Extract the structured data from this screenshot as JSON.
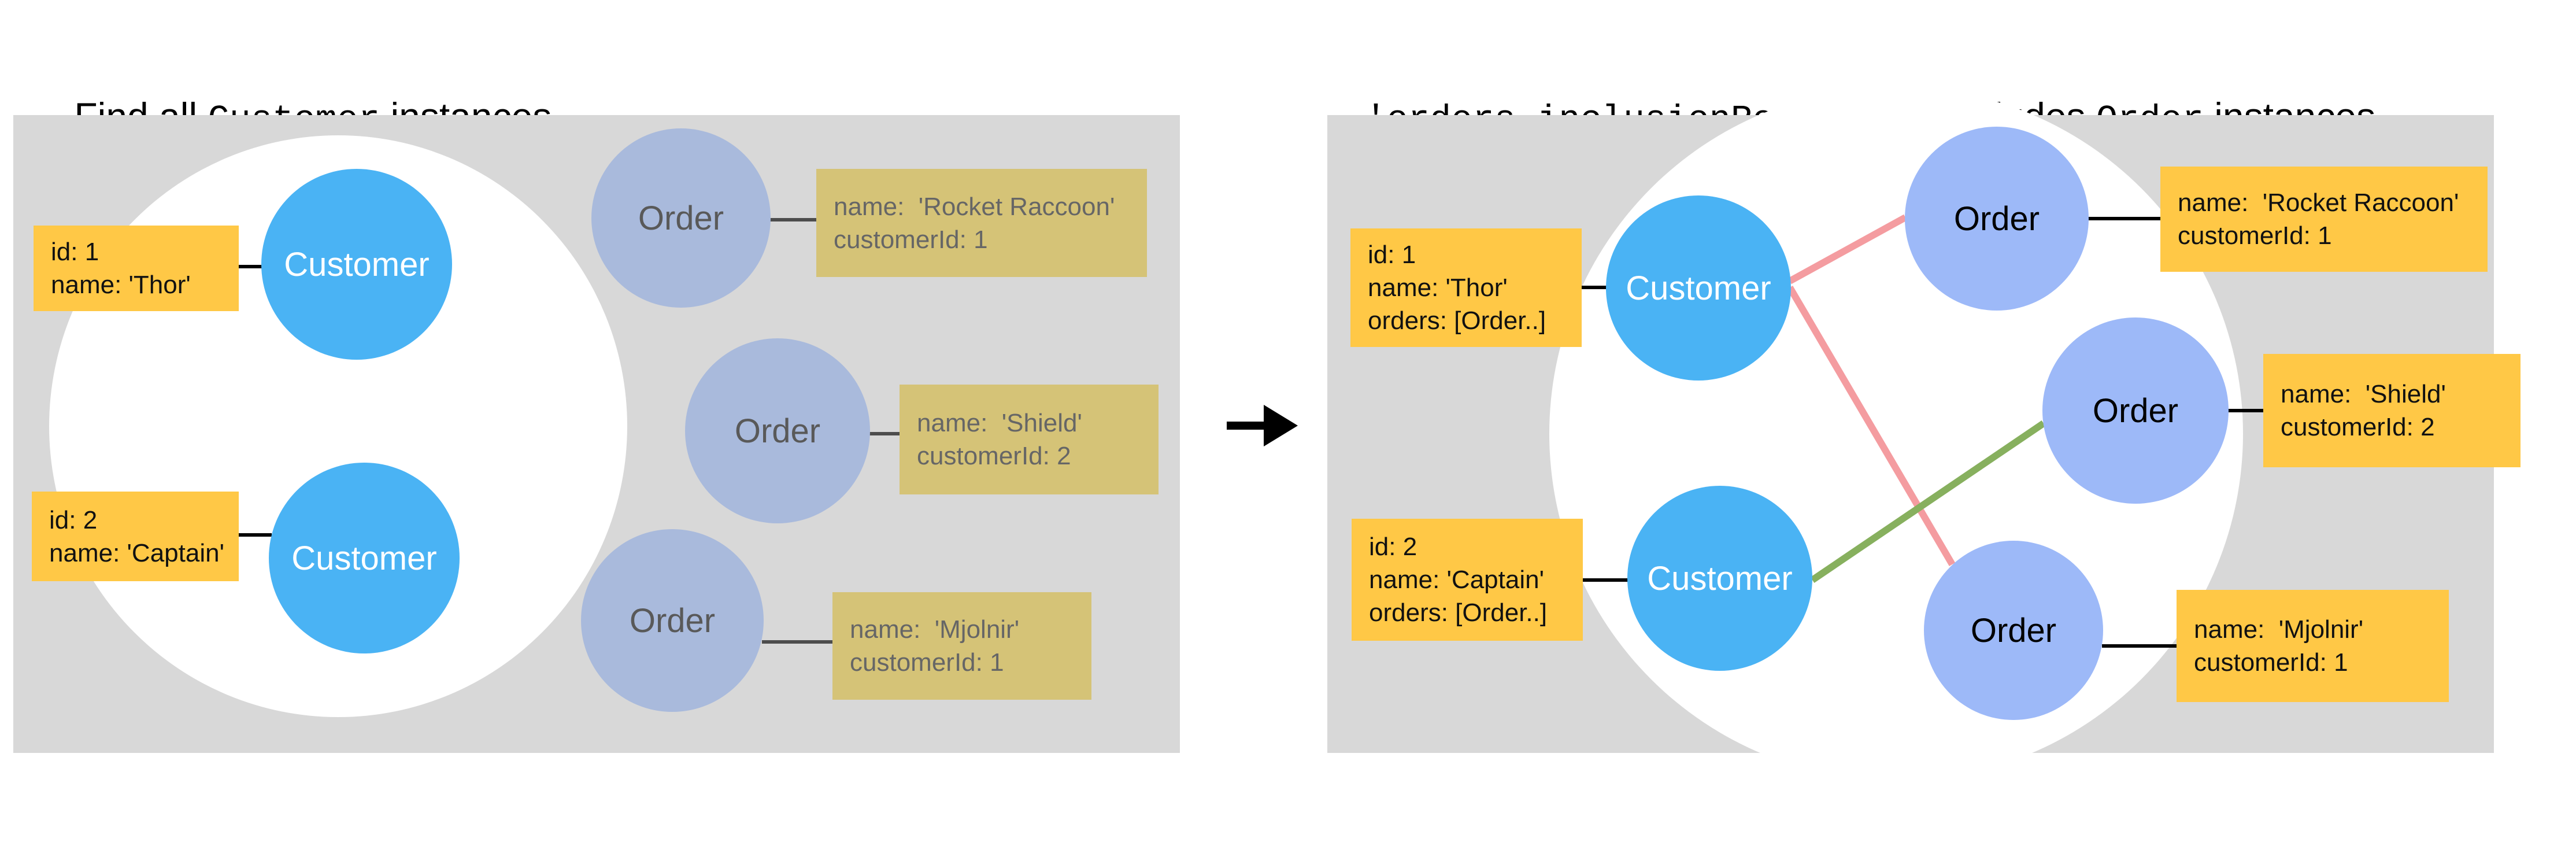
{
  "left_panel": {
    "title_parts": [
      {
        "text": "Find all ",
        "mono": false
      },
      {
        "text": "Customer",
        "mono": true
      },
      {
        "text": " instances",
        "mono": false
      }
    ],
    "customers": [
      {
        "circle_label": "Customer",
        "note_lines": [
          "id: 1",
          "name: 'Thor'"
        ]
      },
      {
        "circle_label": "Customer",
        "note_lines": [
          "id: 2",
          "name: 'Captain'"
        ]
      }
    ],
    "orders": [
      {
        "circle_label": "Order",
        "note_lines": [
          "name:  'Rocket Raccoon'",
          "customerId: 1"
        ]
      },
      {
        "circle_label": "Order",
        "note_lines": [
          "name:  'Shield'",
          "customerId: 2"
        ]
      },
      {
        "circle_label": "Order",
        "note_lines": [
          "name:  'Mjolnir'",
          "customerId: 1"
        ]
      }
    ]
  },
  "right_panel": {
    "title_parts": [
      {
        "text": "'orders.inclusionResolver'",
        "mono": true
      },
      {
        "text": "  includes ",
        "mono": false
      },
      {
        "text": "Order",
        "mono": true
      },
      {
        "text": " instances",
        "mono": false
      }
    ],
    "customers": [
      {
        "circle_label": "Customer",
        "note_lines": [
          "id: 1",
          "name: 'Thor'",
          "orders: [Order..]"
        ]
      },
      {
        "circle_label": "Customer",
        "note_lines": [
          "id: 2",
          "name: 'Captain'",
          "orders: [Order..]"
        ]
      }
    ],
    "orders": [
      {
        "circle_label": "Order",
        "note_lines": [
          "name:  'Rocket Raccoon'",
          "customerId: 1"
        ]
      },
      {
        "circle_label": "Order",
        "note_lines": [
          "name:  'Shield'",
          "customerId: 2"
        ]
      },
      {
        "circle_label": "Order",
        "note_lines": [
          "name:  'Mjolnir'",
          "customerId: 1"
        ]
      }
    ]
  },
  "colors": {
    "panel_gray": "#d8d8d8",
    "customer_blue": "#4ab3f4",
    "order_left_blue": "#a9badc",
    "order_right_blue": "#9db9f8",
    "note_yellow": "#ffc846",
    "note_tan": "#d5c377",
    "relation_pink": "#f49ca0",
    "relation_green": "#87b05e",
    "connector_black": "#000000",
    "connector_gray": "#4d4d4d"
  }
}
